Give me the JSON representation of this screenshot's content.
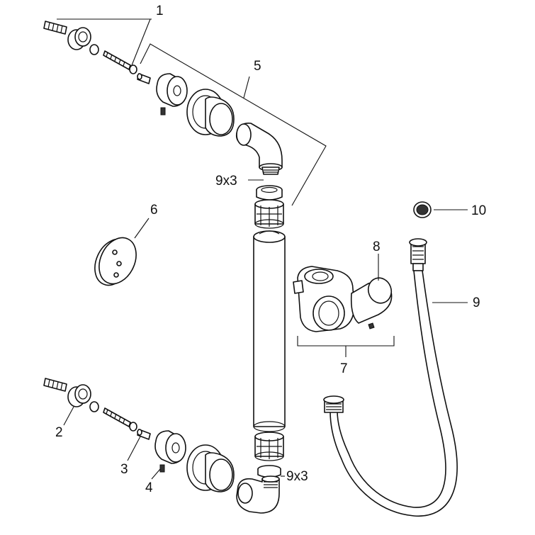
{
  "labels": {
    "l1": "1",
    "l2": "2",
    "l3": "3",
    "l4": "4",
    "l5": "5",
    "l6": "6",
    "l7": "7",
    "l8": "8",
    "l9": "9",
    "l10": "10",
    "l9x3_top": "9x3",
    "l9x3_bottom": "9x3"
  },
  "colors": {
    "ink": "#111111",
    "background": "#ffffff"
  }
}
